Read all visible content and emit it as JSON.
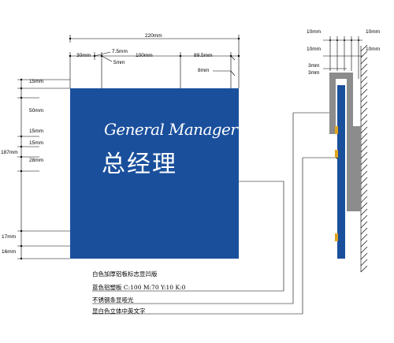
{
  "sign": {
    "english": "General Manager",
    "chinese": "总经理",
    "colors": {
      "panel": "#1a4f9c",
      "text": "#ffffff",
      "accent": "#e0a51f",
      "frame": "#8c8c8c"
    }
  },
  "dimensions": {
    "total_width": "220mm",
    "left_30": "30mm",
    "small_7_5": "7.5mm",
    "small_5": "5mm",
    "mid_100": "100mm",
    "right_89_5": "89.5mm",
    "right_8": "8mm",
    "top_15": "15mm",
    "v_50": "50mm",
    "v_15a": "15mm",
    "v_15b": "15mm",
    "v_28": "28mm",
    "total_height": "187mm",
    "v_17": "17mm",
    "v_16": "16mm",
    "side_10_tl": "10mm",
    "side_10_tr": "10mm",
    "side_10_ml": "10mm",
    "side_10_mr": "10mm",
    "side_3a": "3mm",
    "side_3b": "3mm"
  },
  "notes": [
    "白色加厚铝板标志显凹版",
    "蓝色铝塑板 C:100 M:70 Y:10 K:0",
    "不锈钢条显哑光",
    "显白色立体中英文字"
  ]
}
